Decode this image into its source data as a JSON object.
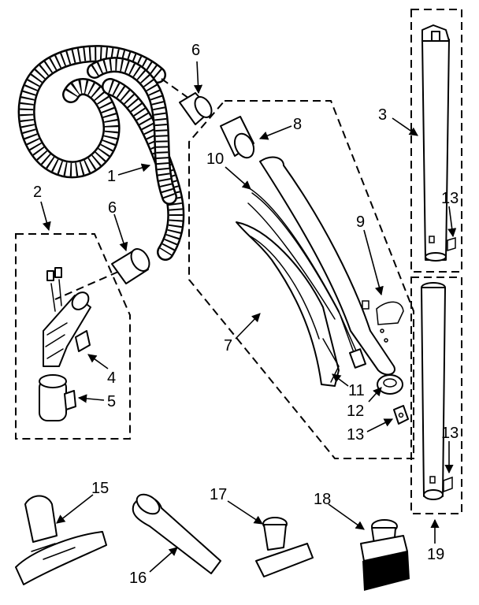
{
  "callouts": {
    "c1": "1",
    "c2": "2",
    "c3": "3",
    "c4": "4",
    "c5": "5",
    "c6a": "6",
    "c6b": "6",
    "c7": "7",
    "c8": "8",
    "c9": "9",
    "c10": "10",
    "c11": "11",
    "c12": "12",
    "c13a": "13",
    "c13b": "13",
    "c13c": "13",
    "c15": "15",
    "c16": "16",
    "c17": "17",
    "c18": "18",
    "c19": "19"
  }
}
